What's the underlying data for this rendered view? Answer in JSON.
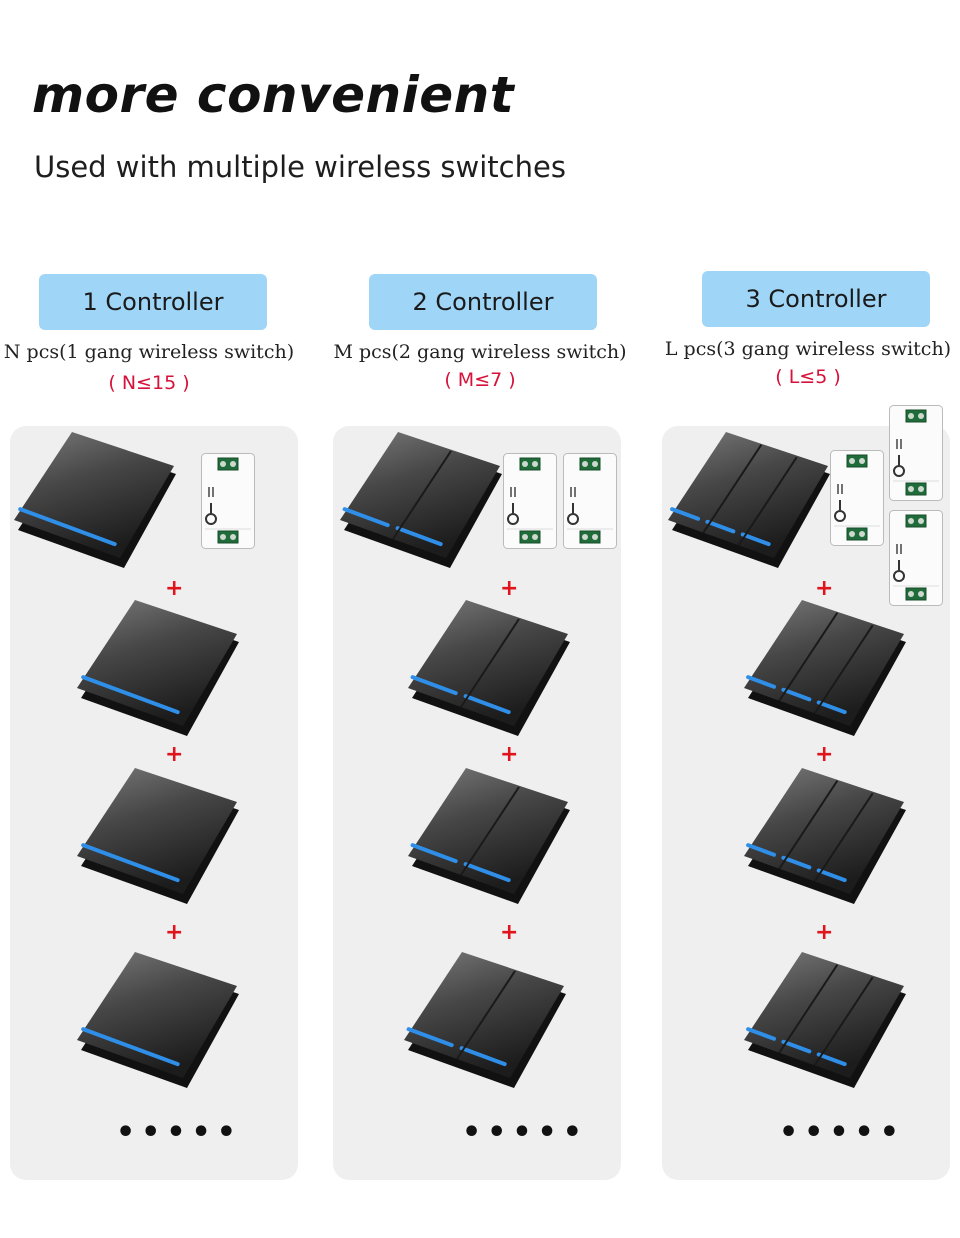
{
  "header": {
    "title": "more convenient",
    "subtitle": "Used with multiple wireless switches"
  },
  "columns": [
    {
      "controller": "1 Controller",
      "quantity": "N pcs(1 gang wireless switch)",
      "limit": "( N≤15 )",
      "gangs": 1,
      "receivers": 1
    },
    {
      "controller": "2 Controller",
      "quantity": "M pcs(2 gang wireless switch)",
      "limit": "( M≤7 )",
      "gangs": 2,
      "receivers": 2
    },
    {
      "controller": "3 Controller",
      "quantity": "L pcs(3 gang wireless switch)",
      "limit": "( L≤5 )",
      "gangs": 3,
      "receivers": 3
    }
  ],
  "symbols": {
    "plus": "+",
    "more": "•••••"
  },
  "icons": [
    "wall-switch-icon",
    "wireless-receiver-icon"
  ],
  "colors": {
    "controller_badge": "#9fd5f7",
    "limit_text": "#d6123a",
    "plus_sign": "#e0141c",
    "switch_led": "#2f8fe8",
    "panel_bg": "#efefef"
  }
}
